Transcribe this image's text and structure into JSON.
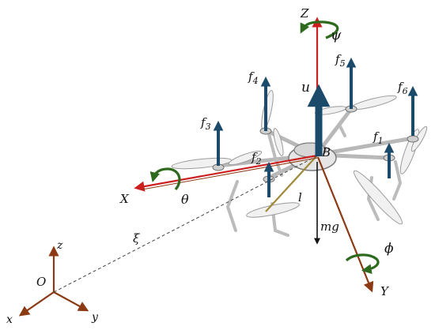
{
  "labels": {
    "Z": "Z",
    "X": "X",
    "Y": "Y",
    "psi": "ψ",
    "theta": "θ",
    "phi": "ϕ",
    "u": "u",
    "B": "B",
    "l": "l",
    "mg": "mg",
    "xi": "ξ",
    "O": "O",
    "z": "z",
    "x": "x",
    "y": "y",
    "f": "f",
    "f1_sub": "1",
    "f2_sub": "2",
    "f3_sub": "3",
    "f4_sub": "4",
    "f5_sub": "5",
    "f6_sub": "6"
  },
  "colors": {
    "body_axis": "#cc1f1f",
    "world_axis": "#8b3a14",
    "thrust": "#1b4a6b",
    "rotation": "#2e6a1e",
    "gravity": "#111111",
    "arm": "#a08a3a",
    "frame": "#8c8c8c"
  }
}
